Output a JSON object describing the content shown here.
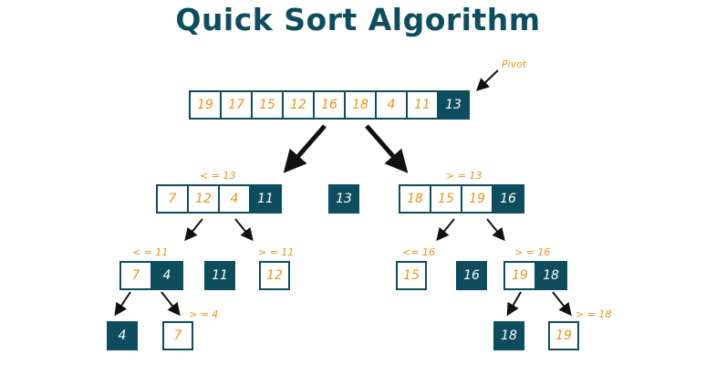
{
  "title": "Quick Sort Algorithm",
  "pivot_label": "Pivot",
  "colors": {
    "dark": "#0e4d5e",
    "accent": "#e8941a"
  },
  "level0": {
    "values": [
      "19",
      "17",
      "15",
      "12",
      "16",
      "18",
      "4",
      "11"
    ],
    "pivot": "13"
  },
  "level1": {
    "left_label": "< = 13",
    "left_values": [
      "7",
      "12",
      "4"
    ],
    "left_pivot": "11",
    "middle": "13",
    "right_label": "> = 13",
    "right_values": [
      "18",
      "15",
      "19"
    ],
    "right_pivot": "16"
  },
  "level2": {
    "a_label": "< = 11",
    "a_values": [
      "7"
    ],
    "a_pivot": "4",
    "b": "11",
    "c_label": "> = 11",
    "c": "12",
    "d_label": "<= 16",
    "d": "15",
    "e": "16",
    "f_label": "> = 16",
    "f_values": [
      "19"
    ],
    "f_pivot": "18"
  },
  "level3": {
    "a": "4",
    "b_label": "> = 4",
    "b": "7",
    "c": "18",
    "d_label": "> = 18",
    "d": "19"
  }
}
